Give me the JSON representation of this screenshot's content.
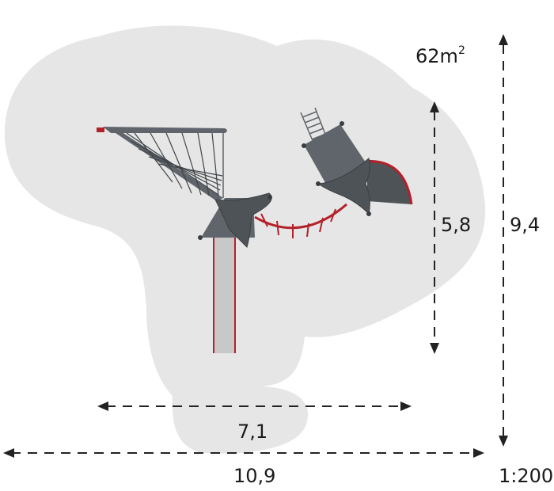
{
  "area": {
    "value": "62",
    "unit": "m",
    "superscript": "2"
  },
  "dimensions": {
    "total_width": "10,9",
    "inner_width": "7,1",
    "total_height": "9,4",
    "inner_height": "5,8"
  },
  "scale": "1:200",
  "colors": {
    "safety_zone": "#e6e6e6",
    "equipment": "#5f656b",
    "equipment_dark": "#3f4449",
    "accent_red": "#b3202a",
    "dimension_line": "#222222"
  }
}
